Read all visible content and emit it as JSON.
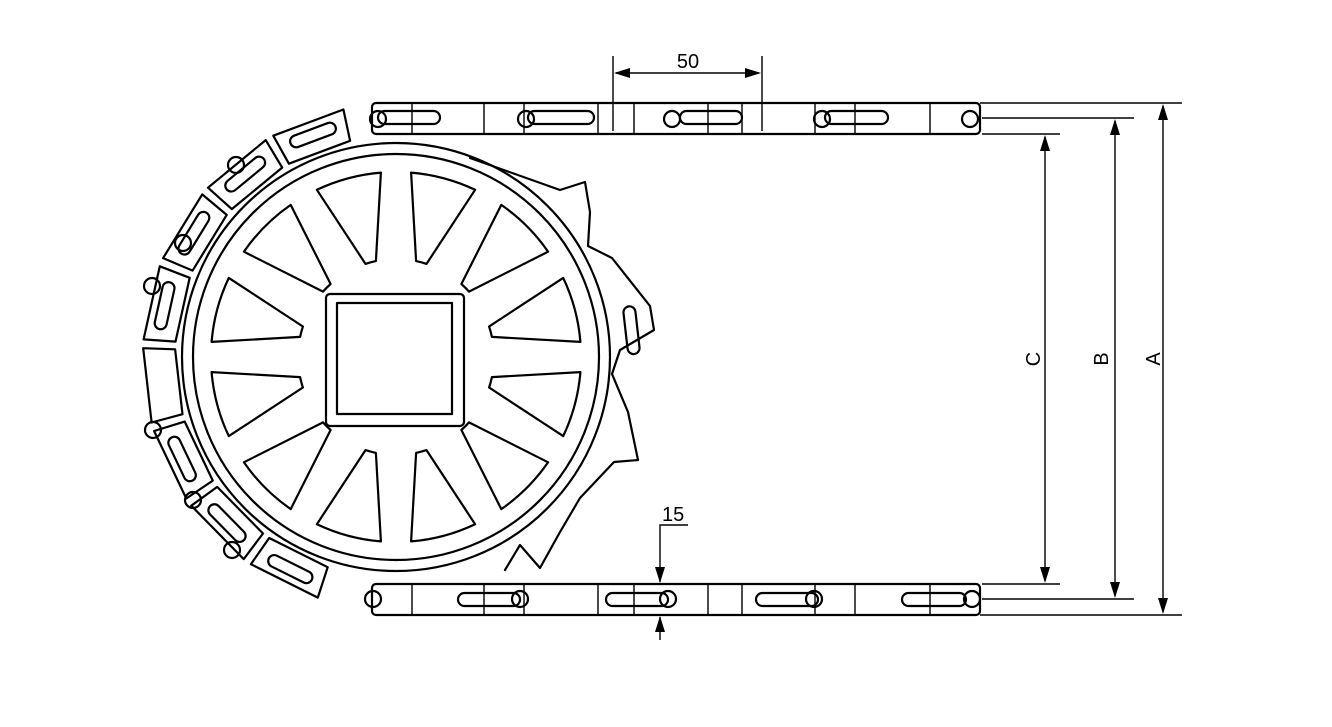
{
  "dimensions": {
    "pitch": "50",
    "link_height": "15",
    "inner": "C",
    "middle": "B",
    "outer": "A"
  },
  "colors": {
    "line": "#000000",
    "background": "#ffffff"
  }
}
